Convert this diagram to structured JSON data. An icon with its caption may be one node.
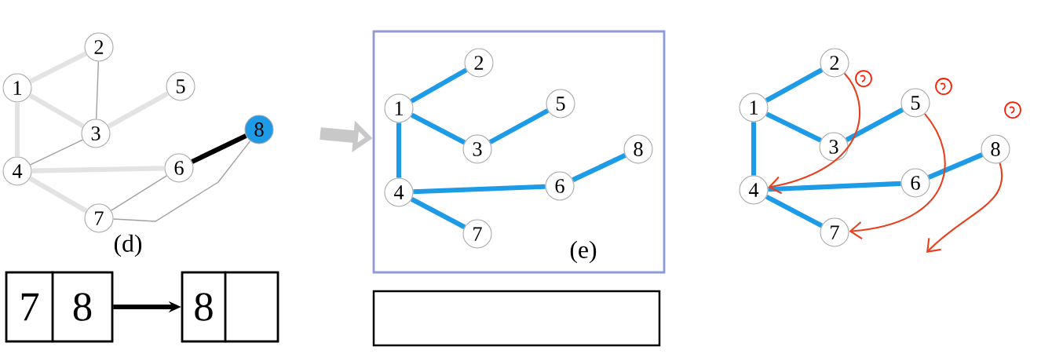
{
  "diagram": {
    "nodes": [
      {
        "text": [
          "1"
        ]
      },
      {
        "text": [
          "2"
        ]
      },
      {
        "text": [
          "3"
        ]
      },
      {
        "text": [
          "4"
        ]
      },
      {
        "text": [
          "5"
        ]
      },
      {
        "text": [
          "6"
        ]
      },
      {
        "text": [
          "7"
        ]
      },
      {
        "text": [
          "8"
        ]
      },
      {
        "text": [],
        "shape": "box"
      },
      {
        "text": [
          "1"
        ],
        "in": 8
      },
      {
        "text": [
          "2"
        ],
        "in": 8
      },
      {
        "text": [
          "3"
        ],
        "in": 8
      },
      {
        "text": [
          "4"
        ],
        "in": 8
      },
      {
        "text": [
          "5"
        ],
        "in": 8
      },
      {
        "text": [
          "6"
        ],
        "in": 8
      },
      {
        "text": [
          "7"
        ],
        "in": 8
      },
      {
        "text": [
          "8"
        ],
        "in": 8
      },
      {
        "text": [
          "1"
        ]
      },
      {
        "text": [
          "2"
        ]
      },
      {
        "text": [
          "3"
        ]
      },
      {
        "text": [
          "4"
        ]
      },
      {
        "text": [
          "5"
        ]
      },
      {
        "text": [
          "6"
        ]
      },
      {
        "text": [
          "7"
        ]
      },
      {
        "text": [
          "8"
        ]
      },
      {
        "text": [],
        "shape": "box"
      },
      {
        "text": [
          "7"
        ],
        "in": 25
      },
      {
        "text": [
          "8"
        ],
        "in": 25
      },
      {
        "text": [],
        "shape": "box"
      },
      {
        "text": [
          "8"
        ],
        "in": 28
      },
      {
        "text": [],
        "shape": "box",
        "in": 28
      },
      {
        "text": [],
        "shape": "box"
      }
    ],
    "edges": [
      {
        "from": 0,
        "to": 1,
        "arrow": "none",
        "color": "#e3e3e3"
      },
      {
        "from": 0,
        "to": 2,
        "arrow": "none",
        "color": "#e3e3e3"
      },
      {
        "from": 0,
        "to": 3,
        "arrow": "none",
        "color": "#e3e3e3"
      },
      {
        "from": 1,
        "to": 2,
        "arrow": "none",
        "color": "#a0a0a0"
      },
      {
        "from": 2,
        "to": 4,
        "arrow": "none",
        "color": "#e3e3e3"
      },
      {
        "from": 2,
        "to": 3,
        "arrow": "none",
        "color": "#a0a0a0"
      },
      {
        "from": 3,
        "to": 5,
        "arrow": "none",
        "color": "#e3e3e3"
      },
      {
        "from": 3,
        "to": 6,
        "arrow": "none",
        "color": "#e3e3e3"
      },
      {
        "from": 5,
        "to": 7,
        "arrow": "none",
        "color": "#000000"
      },
      {
        "from": 5,
        "to": 6,
        "arrow": "none",
        "color": "#a0a0a0"
      },
      {
        "from": 7,
        "to": 6,
        "arrow": "none",
        "color": "#a0a0a0"
      },
      {
        "from": null,
        "to": 8,
        "arrow": "to",
        "style": "thick",
        "color": "#c8c8c8"
      },
      {
        "from": 9,
        "to": 10,
        "arrow": "none"
      },
      {
        "from": 9,
        "to": 11,
        "arrow": "none"
      },
      {
        "from": 9,
        "to": 12,
        "arrow": "none"
      },
      {
        "from": 11,
        "to": 13,
        "arrow": "none"
      },
      {
        "from": 12,
        "to": 14,
        "arrow": "none"
      },
      {
        "from": 12,
        "to": 15,
        "arrow": "none"
      },
      {
        "from": 14,
        "to": 16,
        "arrow": "none"
      },
      {
        "from": 17,
        "to": 18,
        "arrow": "none"
      },
      {
        "from": 17,
        "to": 19,
        "arrow": "none"
      },
      {
        "from": 17,
        "to": 20,
        "arrow": "none"
      },
      {
        "from": 19,
        "to": 21,
        "arrow": "none"
      },
      {
        "from": 20,
        "to": 22,
        "arrow": "none"
      },
      {
        "from": 20,
        "to": 23,
        "arrow": "none"
      },
      {
        "from": 22,
        "to": 24,
        "arrow": "none"
      },
      {
        "from": 18,
        "to": 20,
        "arrow": "to",
        "color": "#e8401c"
      },
      {
        "from": 21,
        "to": 23,
        "arrow": "to",
        "color": "#e8401c"
      },
      {
        "from": 24,
        "to": null,
        "arrow": "to",
        "color": "#e8401c"
      },
      {
        "from": 25,
        "to": 28,
        "arrow": "to",
        "color": "#000000"
      }
    ],
    "labels": [
      "(d)",
      "(e)"
    ]
  }
}
